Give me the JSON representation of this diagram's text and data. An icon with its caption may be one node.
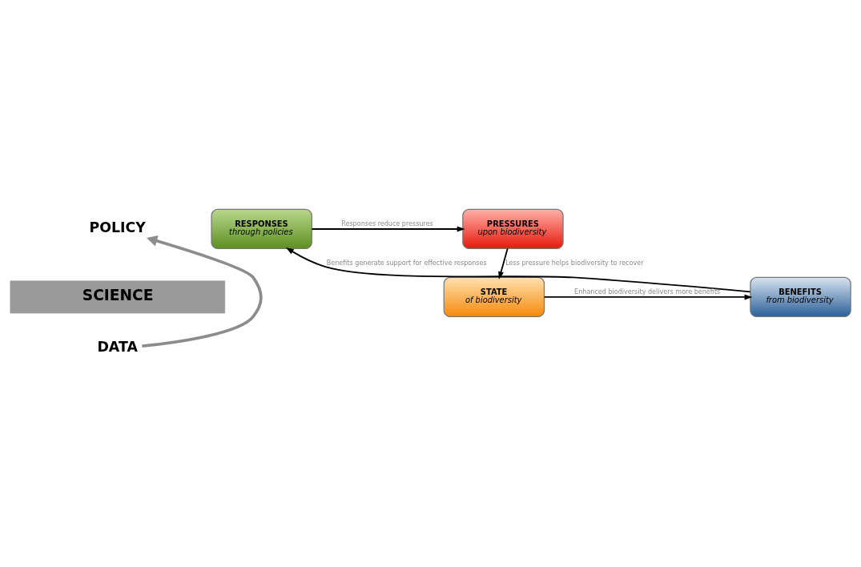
{
  "diagram": {
    "nodes": [
      {
        "text": [
          "POLICY"
        ]
      },
      {
        "text": [
          "RESPONSES",
          "through policies"
        ]
      },
      {
        "text": [
          "PRESSURES",
          "upon biodiversity"
        ]
      },
      {
        "text": [
          "SCIENCE"
        ]
      },
      {
        "text": [
          "BENEFITS",
          "from biodiversity"
        ]
      },
      {
        "text": [
          "STATE",
          "of biodiversity"
        ]
      },
      {
        "text": [
          "DATA"
        ]
      }
    ],
    "edges": [
      {
        "from": 6,
        "to": 0,
        "arrow": "to",
        "style": "thick",
        "color": "#8c8c8c"
      },
      {
        "from": 1,
        "to": 2,
        "arrow": "to",
        "label": "Responses reduce pressures"
      },
      {
        "from": 2,
        "to": 5,
        "arrow": "to",
        "label": "Less pressure helps biodiversity to recover"
      },
      {
        "from": 5,
        "to": 4,
        "arrow": "to",
        "label": "Enhanced biodiversity delivers more benefits"
      },
      {
        "from": 4,
        "to": 1,
        "arrow": "to",
        "label": "Benefits generate support for effective responses"
      }
    ]
  }
}
